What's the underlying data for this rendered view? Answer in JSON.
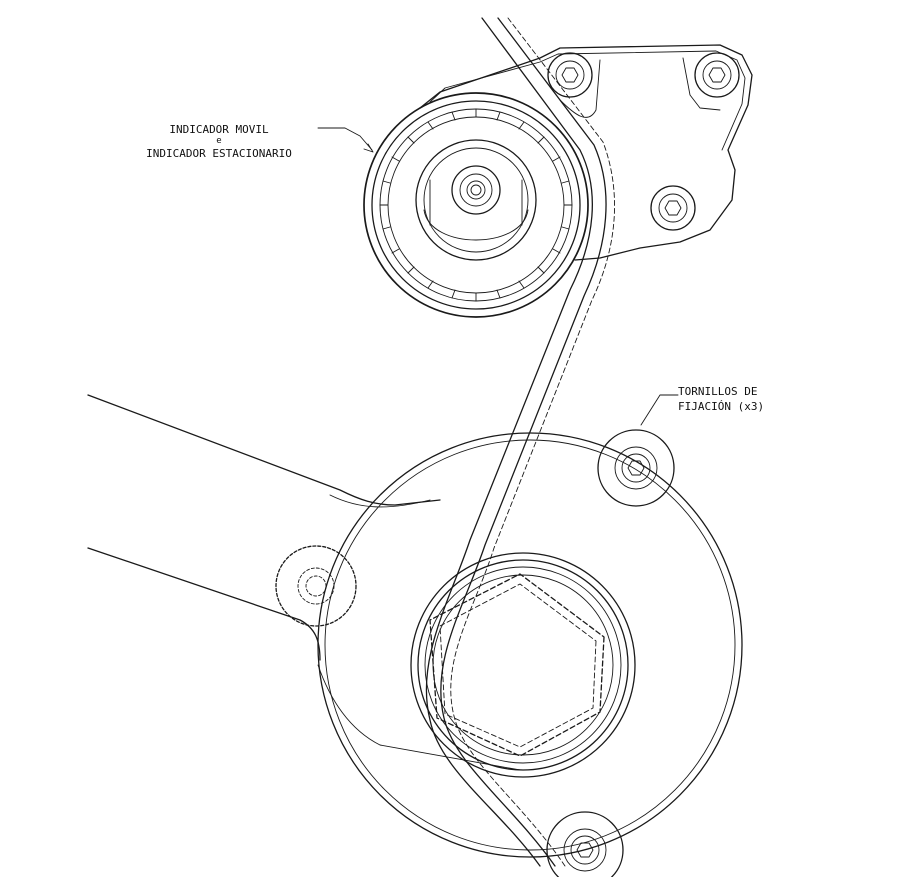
{
  "labels": {
    "indicator_line1": "INDICADOR MOVIL",
    "indicator_line2": "e",
    "indicator_line3": "INDICADOR ESTACIONARIO",
    "bolts_line1": "TORNILLOS DE",
    "bolts_line2": "FIJACIÓN (x3)"
  }
}
